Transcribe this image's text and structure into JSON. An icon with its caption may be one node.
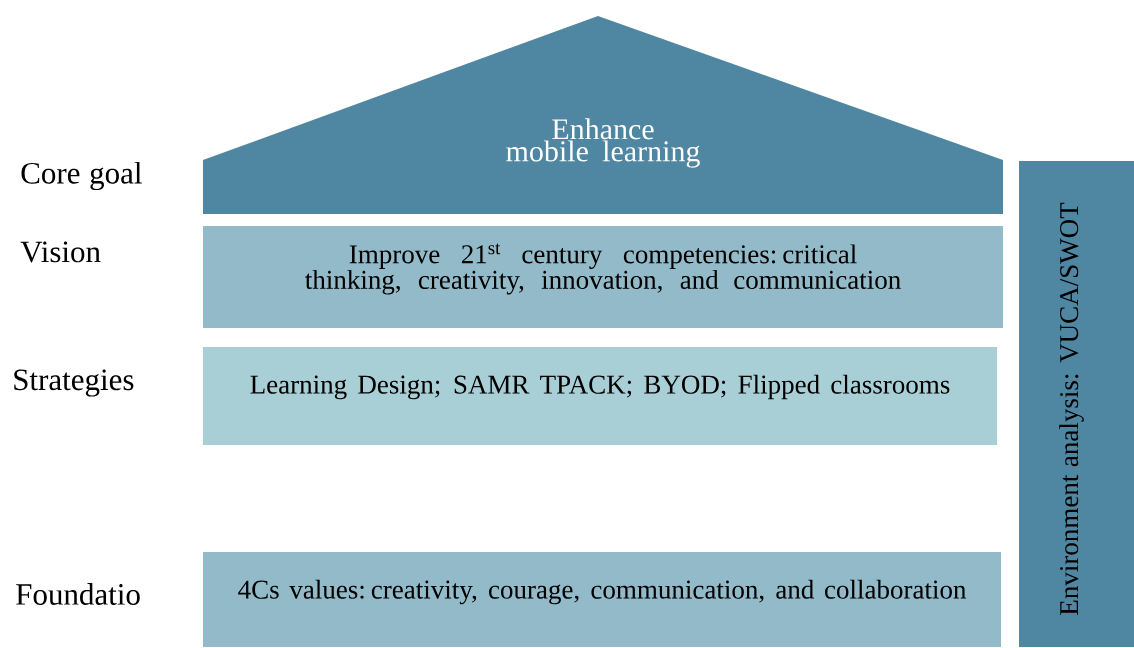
{
  "diagram": {
    "nodes": [
      {
        "text": [
          "Enhance mobile learning"
        ]
      },
      {
        "text": [
          "Improve 21$^{st}$ century competencies: critical thinking, creativity, innovation, and communication"
        ]
      },
      {
        "text": [
          "Learning Design; SAMR TPACK; BYOD; Flipped classrooms"
        ]
      },
      {
        "text": [
          "4Cs values: creativity, courage, communication, and collaboration"
        ]
      },
      {
        "text": [
          "Environment analysis: VUCA/SWOT"
        ]
      }
    ],
    "labels": [
      "Core goal",
      "Vision",
      "Strategies",
      "Foundatio"
    ]
  }
}
